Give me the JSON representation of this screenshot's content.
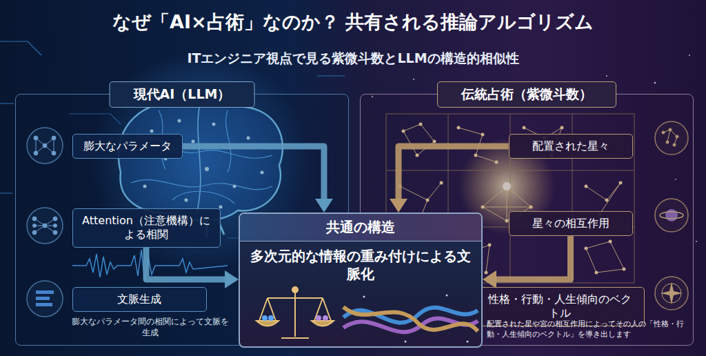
{
  "diagram": {
    "title": "なぜ「AI×占術」なのか？ 共有される推論アルゴリズム",
    "nodes": [
      {
        "text": [
          "現代AI（LLM）"
        ]
      },
      {
        "text": [
          "膨大なパラメータ"
        ],
        "in": 0
      },
      {
        "text": [
          "Attention（注意機構）による相関"
        ],
        "in": 0
      },
      {
        "text": [
          "文脈生成"
        ],
        "in": 0
      },
      {
        "text": [
          "伝統占術（紫微斗数）"
        ]
      },
      {
        "text": [
          "配置された星々"
        ],
        "in": 4
      },
      {
        "text": [
          "星々の相互作用"
        ],
        "in": 4
      },
      {
        "text": [
          "性格・行動・人生傾向のベクトル"
        ],
        "in": 4
      },
      {
        "text": [
          "共通の構造",
          "多次元的な情報の重み付けによる文脈化"
        ]
      }
    ],
    "edges": [
      {
        "from": 1,
        "to": 8,
        "arrow": "to"
      },
      {
        "from": 2,
        "to": 8,
        "arrow": "to"
      },
      {
        "from": 5,
        "to": 8,
        "arrow": "to"
      },
      {
        "from": 6,
        "to": 8,
        "arrow": "to"
      }
    ],
    "labels": [
      "ITエンジニア視点で見る紫微斗数とLLMの構造的相似性",
      "膨大なパラメータ間の相関によって文脈を生成",
      "配置された星や宮の相互作用によってその人の「性格・行動・人生傾向のベクトル」を導き出します"
    ]
  }
}
